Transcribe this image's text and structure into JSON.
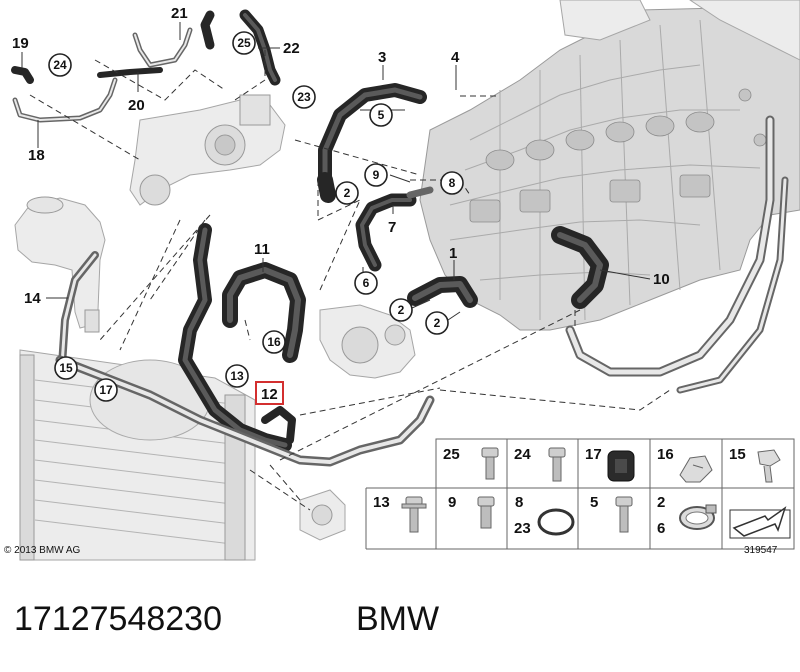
{
  "diagram": {
    "callouts": {
      "c19": "19",
      "c21": "21",
      "c22": "22",
      "c24": "24",
      "c25": "25",
      "c20": "20",
      "c18": "18",
      "c23": "23",
      "c3": "3",
      "c4": "4",
      "c5": "5",
      "c9": "9",
      "c8": "8",
      "c7": "7",
      "c2a": "2",
      "c2b": "2",
      "c2c": "2",
      "c6": "6",
      "c1": "1",
      "c11": "11",
      "c10": "10",
      "c14": "14",
      "c16": "16",
      "c15": "15",
      "c17": "17",
      "c13": "13",
      "c12": "12"
    },
    "highlight_color": "#d32f2f"
  },
  "legend": {
    "row1": [
      "25",
      "24",
      "17",
      "16",
      "15"
    ],
    "row2": {
      "a": "13",
      "b": "9",
      "c_top": "8",
      "c_bottom": "23",
      "d": "5",
      "e_top": "2",
      "e_bottom": "6"
    }
  },
  "footer": {
    "copyright": "© 2013 BMW AG",
    "drawing_number": "319547"
  },
  "caption": {
    "part_number": "17127548230",
    "brand": "BMW"
  }
}
